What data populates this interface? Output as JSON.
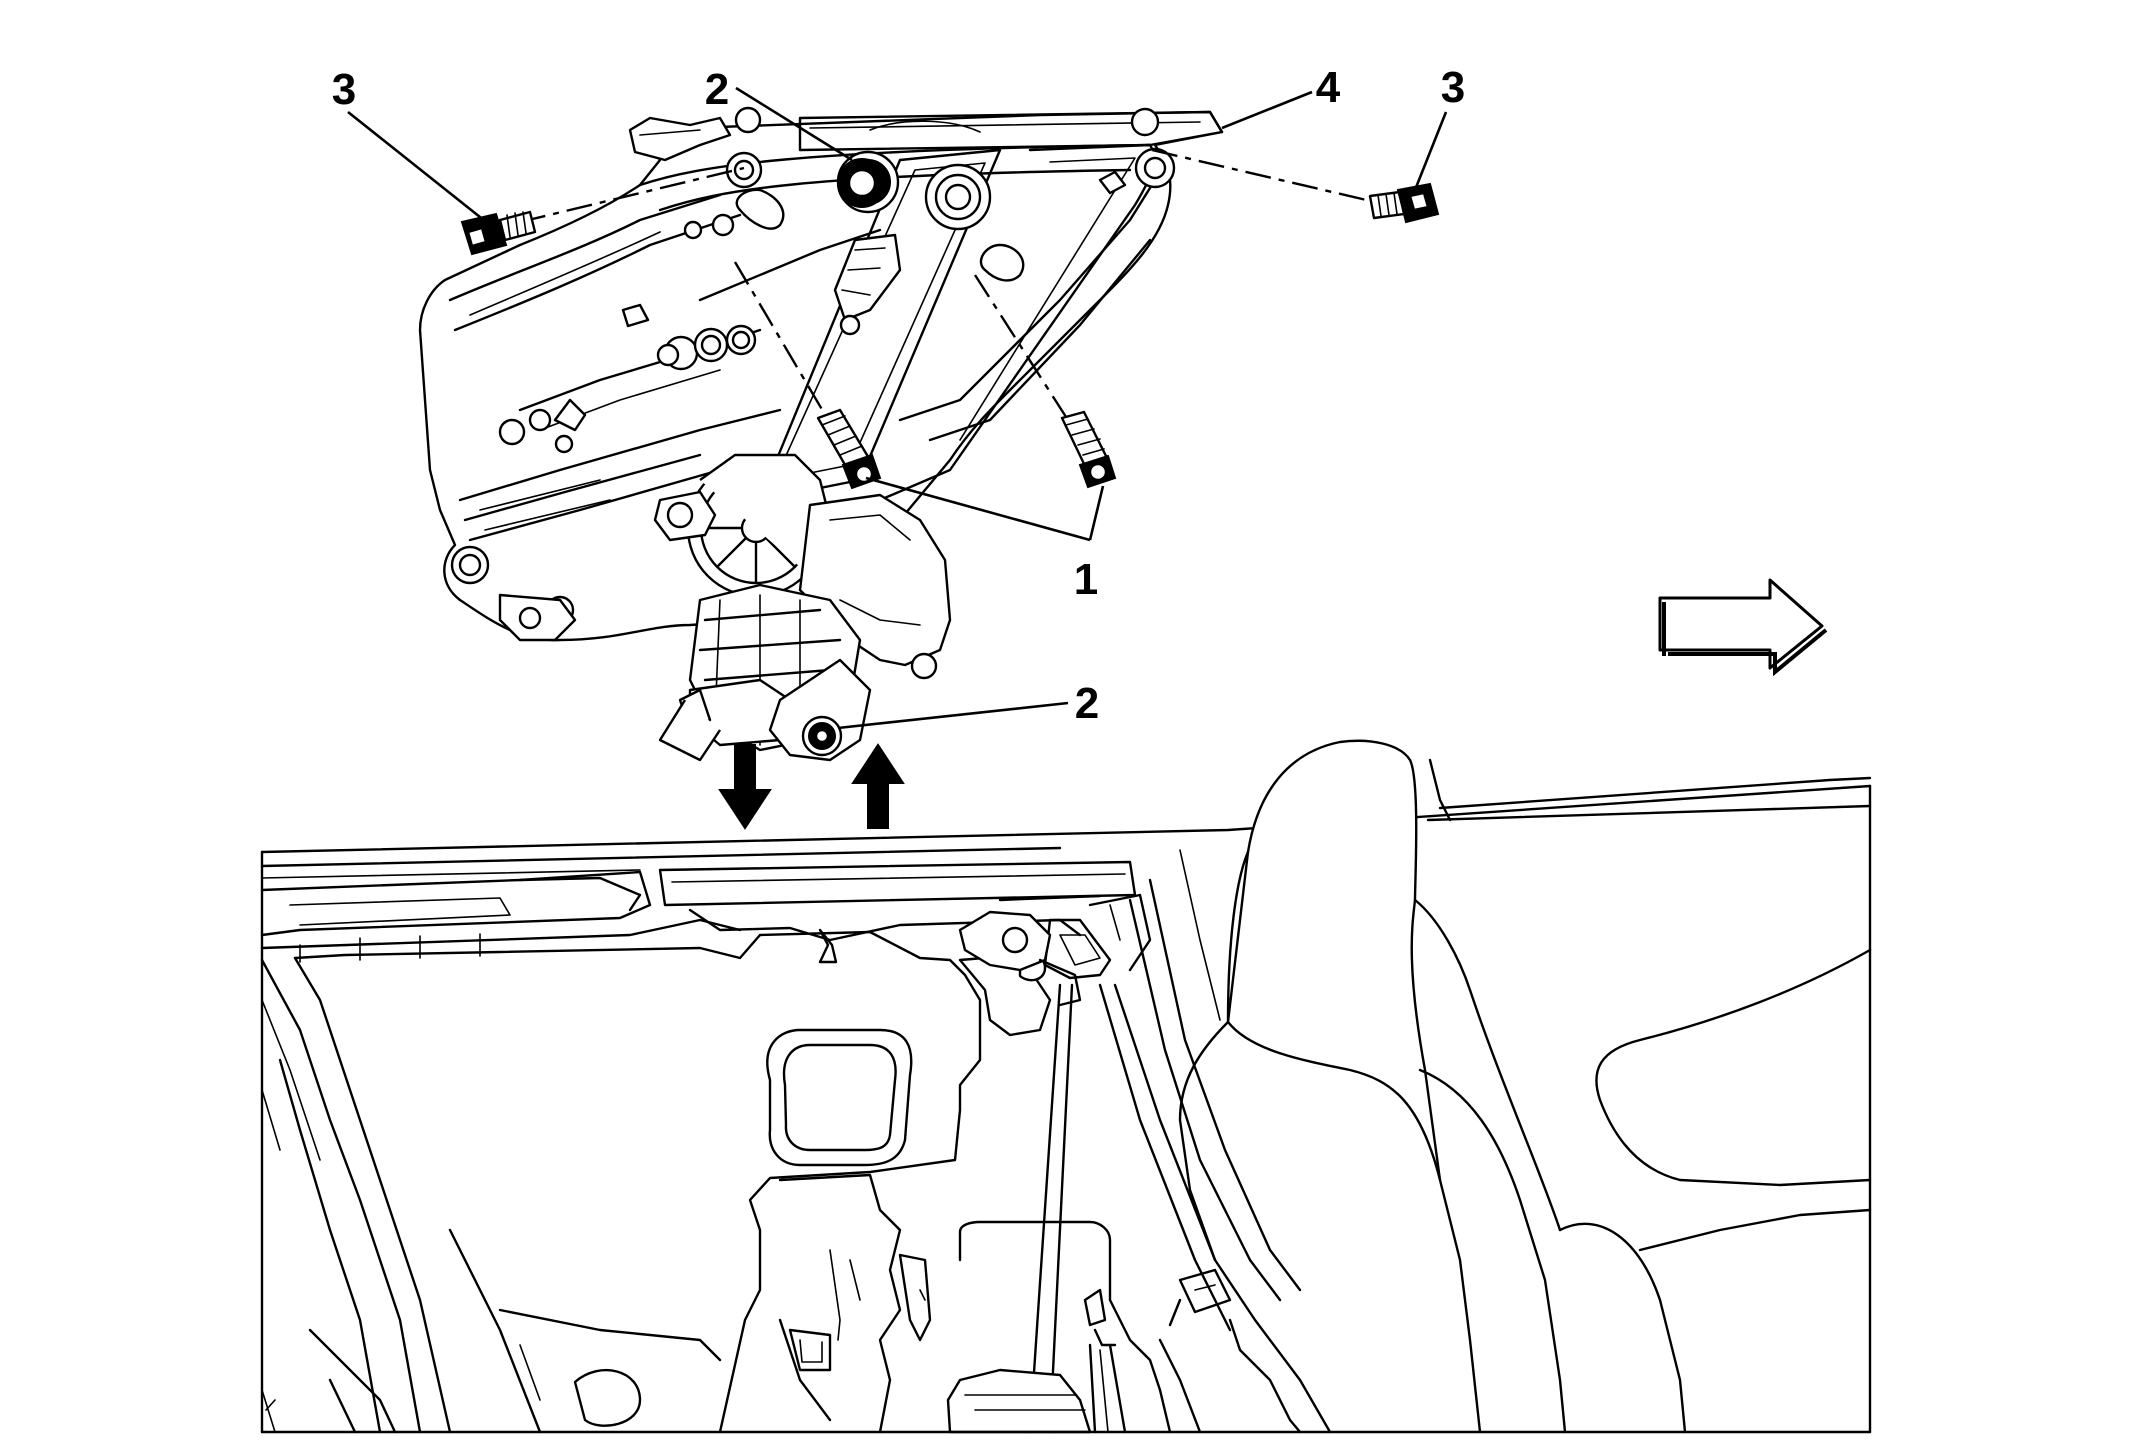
{
  "diagram": {
    "callouts": {
      "c1": "1",
      "c2_top": "2",
      "c2_bottom": "2",
      "c3_left": "3",
      "c3_right": "3",
      "c4": "4"
    },
    "icons": {
      "direction_arrow": "outline-arrow-right-icon",
      "remove_arrow": "arrow-down-icon",
      "install_arrow": "arrow-up-icon"
    }
  }
}
